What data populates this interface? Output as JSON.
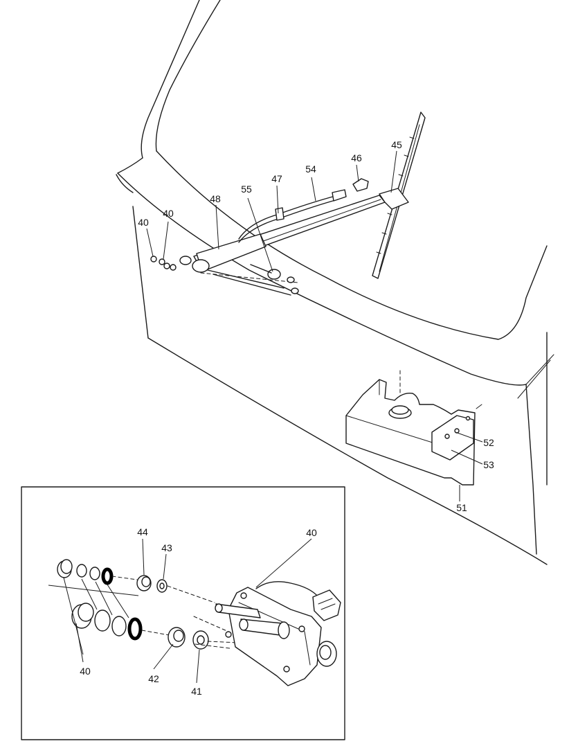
{
  "diagram": {
    "type": "exploded parts diagram",
    "subject": "rear window wiper assembly",
    "callouts": {
      "c40_top_a": "40",
      "c40_top_b": "40",
      "c48": "48",
      "c55": "55",
      "c47": "47",
      "c54": "54",
      "c46": "46",
      "c45": "45",
      "c52": "52",
      "c53": "53",
      "c51": "51",
      "c44": "44",
      "c43": "43",
      "c40_inset_motor": "40",
      "c40_inset_parts": "40",
      "c42": "42",
      "c41": "41"
    },
    "line_color": "#1a1a1a",
    "background_color": "#ffffff"
  }
}
